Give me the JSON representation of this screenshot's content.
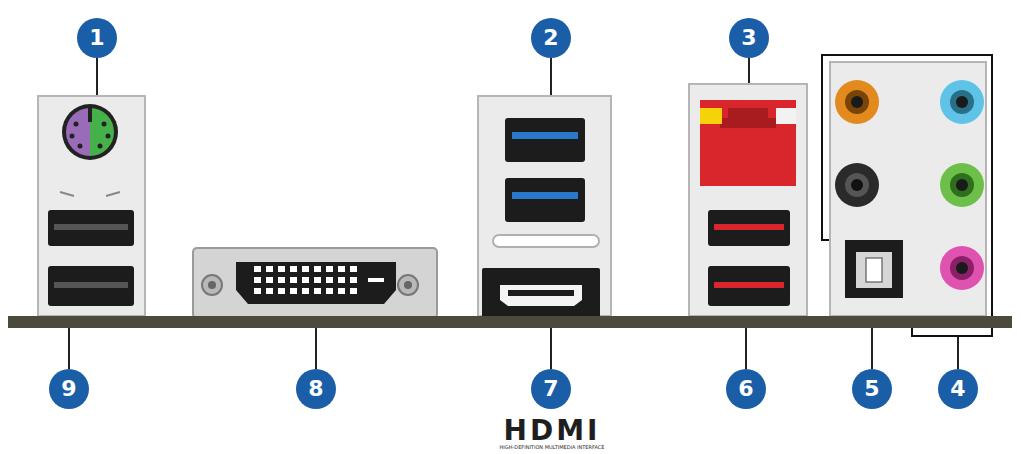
{
  "diagram": {
    "nodes": [
      {
        "text": [
          "1"
        ]
      },
      {
        "text": [
          "2"
        ]
      },
      {
        "text": [
          "3"
        ]
      },
      {
        "text": [
          "9"
        ]
      },
      {
        "text": [
          "8"
        ]
      },
      {
        "text": [
          "7"
        ]
      },
      {
        "text": [
          "6"
        ]
      },
      {
        "text": [
          "5"
        ]
      },
      {
        "text": [
          "4"
        ]
      }
    ],
    "labels": [
      "HDMI",
      "HIGH-DEFINITION MULTIMEDIA INTERFACE"
    ]
  }
}
